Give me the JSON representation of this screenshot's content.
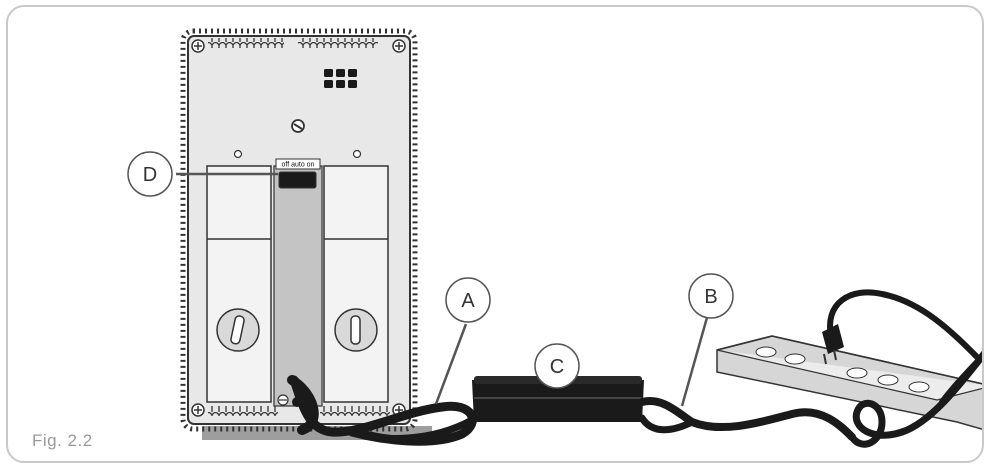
{
  "figure": {
    "caption": "Fig. 2.2",
    "switch_label": "off  auto on"
  },
  "callouts": [
    {
      "letter": "A"
    },
    {
      "letter": "B"
    },
    {
      "letter": "C"
    },
    {
      "letter": "D"
    }
  ],
  "colors": {
    "frame_border": "#c9c9c9",
    "device_body": "#e8e8e8",
    "cable": "#1a1a1a",
    "caption": "#9a9a9a"
  }
}
